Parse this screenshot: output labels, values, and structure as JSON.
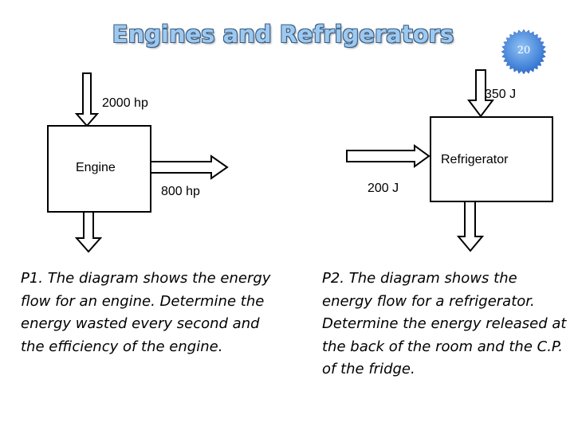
{
  "title": "Engines and Refrigerators",
  "badge": {
    "number": "20",
    "color": "#3e7fd6"
  },
  "engine": {
    "label": "Engine",
    "input_label": "2000 hp",
    "output_label": "800 hp"
  },
  "refrigerator": {
    "label": "Refrigerator",
    "input_label": "350 J",
    "work_label": "200 J"
  },
  "problems": {
    "p1": "P1. The diagram shows the energy flow for an engine. Determine the energy wasted every second and the efficiency of the engine.",
    "p2": "P2. The diagram shows the energy flow for a refrigerator. Determine the energy released at the back of the room and the C.P. of the fridge."
  }
}
